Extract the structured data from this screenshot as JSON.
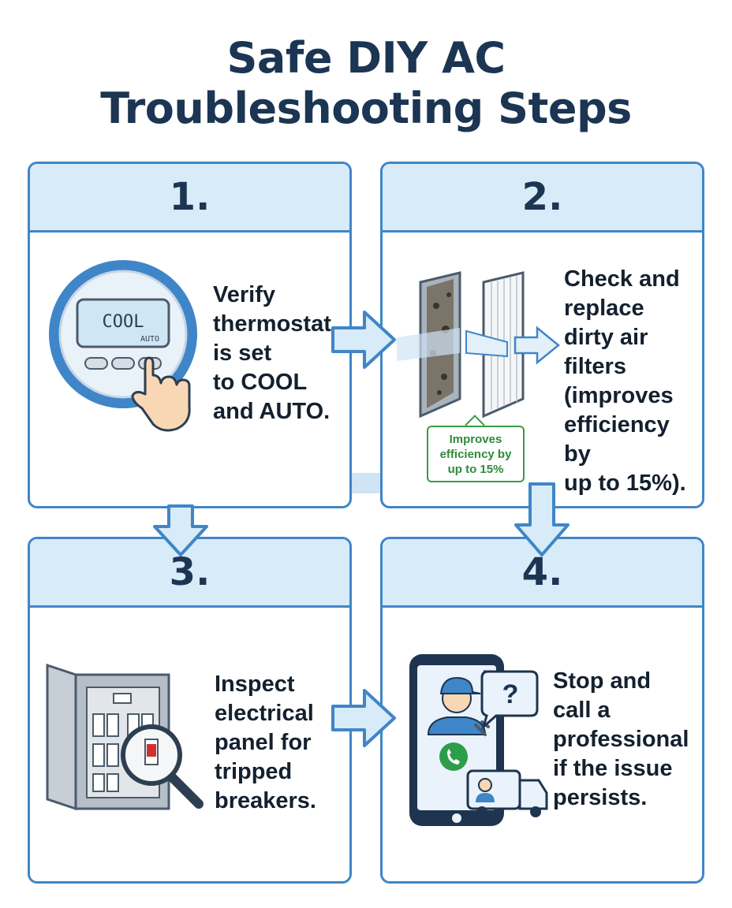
{
  "title": {
    "line1": "Safe DIY AC",
    "line2": "Troubleshooting Steps"
  },
  "steps": [
    {
      "number": "1.",
      "text": "Verify\nthermostat\nis set\nto COOL\nand AUTO.",
      "display_mode": "COOL",
      "display_sub": "AUTO",
      "icon": "thermostat-icon"
    },
    {
      "number": "2.",
      "text": "Check and\nreplace\ndirty air\nfilters\n(improves\nefficiency by\nup to 15%).",
      "badge": "Improves\nefficiency by\nup to 15%",
      "icon": "air-filter-icon"
    },
    {
      "number": "3.",
      "text": "Inspect\nelectrical\npanel for\ntripped\nbreakers.",
      "icon": "electrical-panel-icon"
    },
    {
      "number": "4.",
      "text": "Stop and\ncall a\nprofessional\nif the issue\npersists.",
      "bubble": "?",
      "icon": "phone-technician-icon"
    }
  ],
  "colors": {
    "accent": "#3f86c8",
    "header_fill": "#d8ebf8",
    "title": "#1b3553",
    "badge_green": "#2e8a3a",
    "breaker_red": "#d0312d"
  }
}
